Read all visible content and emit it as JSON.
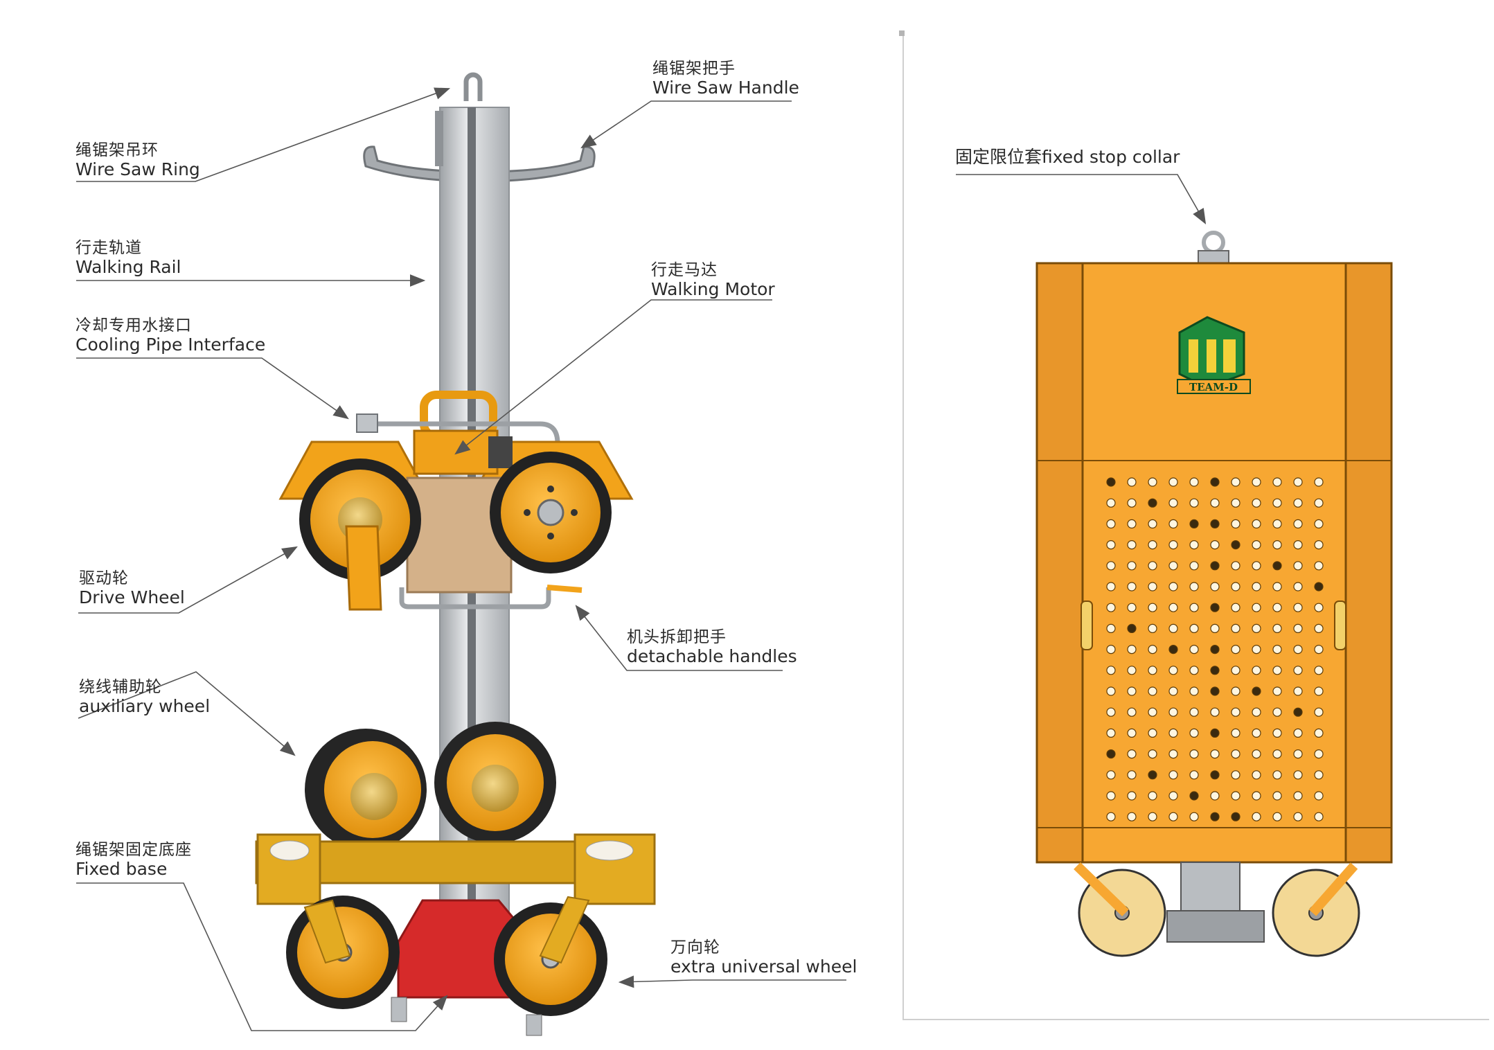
{
  "labels": {
    "wire_saw_ring": {
      "zh": "绳锯架吊环",
      "en": "Wire Saw Ring"
    },
    "walking_rail": {
      "zh": "行走轨道",
      "en": "Walking Rail"
    },
    "cooling_pipe": {
      "zh": "冷却专用水接口",
      "en": "Cooling Pipe Interface"
    },
    "drive_wheel": {
      "zh": "驱动轮",
      "en": "Drive Wheel"
    },
    "auxiliary_wheel": {
      "zh": "绕线辅助轮",
      "en": "auxiliary wheel"
    },
    "fixed_base": {
      "zh": "绳锯架固定底座",
      "en": "Fixed base"
    },
    "wire_saw_handle": {
      "zh": "绳锯架把手",
      "en": "Wire Saw Handle"
    },
    "walking_motor": {
      "zh": "行走马达",
      "en": "Walking Motor"
    },
    "detachable_handles": {
      "zh": "机头拆卸把手",
      "en": "detachable handles"
    },
    "universal_wheel": {
      "zh": "万向轮",
      "en": "extra universal wheel"
    },
    "fixed_stop_collar": "固定限位套fixed stop collar"
  },
  "logo": {
    "text": "TEAM-D"
  },
  "colors": {
    "machine_orange": "#F2A31A",
    "cabinet_orange": "#F7A732",
    "rail_silver": "#C9CCCF",
    "leader_line": "#555555",
    "base_red": "#D62A2A",
    "logo_green": "#1E8A3C"
  }
}
